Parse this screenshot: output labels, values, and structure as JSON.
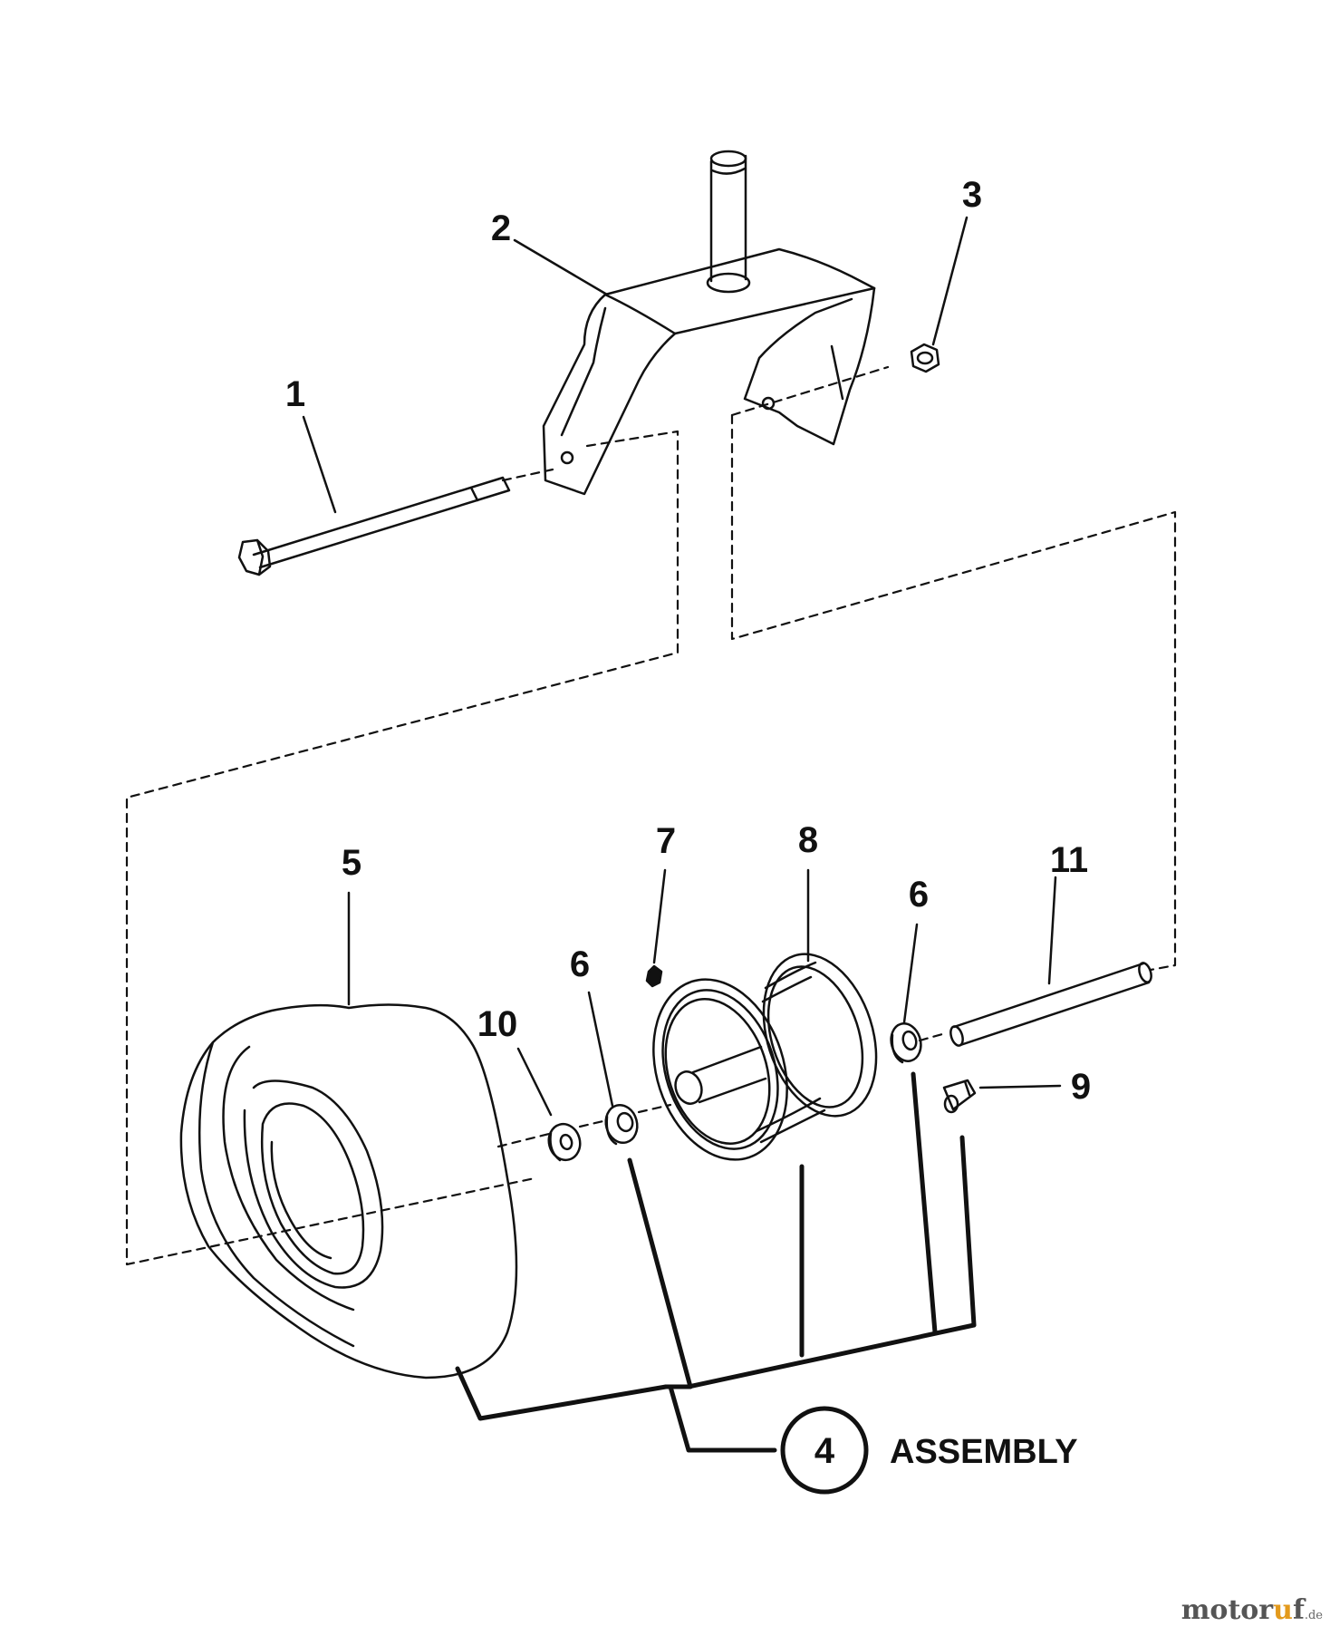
{
  "diagram": {
    "part_callouts": [
      {
        "id": "p1",
        "label": "1"
      },
      {
        "id": "p2",
        "label": "2"
      },
      {
        "id": "p3",
        "label": "3"
      },
      {
        "id": "p5",
        "label": "5"
      },
      {
        "id": "p6a",
        "label": "6"
      },
      {
        "id": "p6b",
        "label": "6"
      },
      {
        "id": "p7",
        "label": "7"
      },
      {
        "id": "p8",
        "label": "8"
      },
      {
        "id": "p9",
        "label": "9"
      },
      {
        "id": "p10",
        "label": "10"
      },
      {
        "id": "p11",
        "label": "11"
      }
    ],
    "assembly": {
      "number": "4",
      "label": "ASSEMBLY"
    }
  },
  "watermark": {
    "brand_main": "motor",
    "brand_dot": "u",
    "brand_end": "f",
    "tld": ".de",
    "color_accent": "#e39a1c"
  }
}
